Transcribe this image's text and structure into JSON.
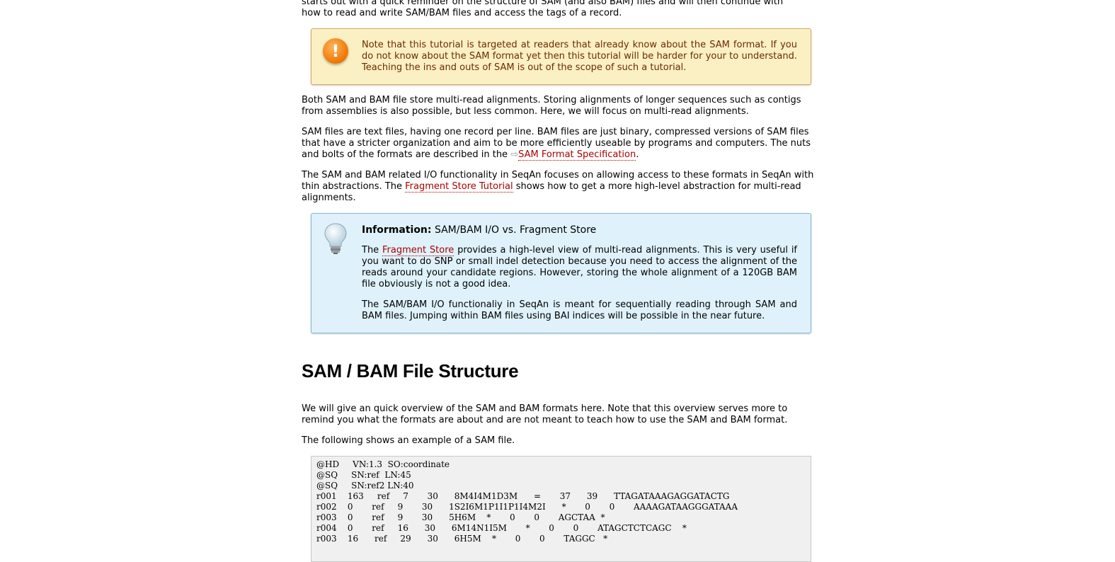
{
  "intro": {
    "line1": "starts out with a quick reminder on the structure of SAM (and also BAM) files and will then continue with",
    "line2": "how to read and write SAM/BAM files and access the tags of a record."
  },
  "warning": {
    "icon": "exclamation-icon",
    "color": "#f07500",
    "text": "Note that this tutorial is targeted at readers that already know about the SAM format. If you do not know about the SAM format yet then this tutorial will be harder for your to understand. Teaching the ins and outs of SAM is out of the scope of such a tutorial."
  },
  "para1": "Both SAM and BAM file store multi-read alignments. Storing alignments of longer sequences such as contigs from assemblies is also possible, but less common. Here, we will focus on multi-read alignments.",
  "para2": {
    "text": "SAM files are text files, having one record per line. BAM files are just binary, compressed versions of SAM files that have a stricter organization and aim to be more efficiently useable by programs and computers. The nuts and bolts of the formats are described in the ",
    "link_arrow": "⇨",
    "link": "SAM Format Specification",
    "end": "."
  },
  "para3": {
    "text1": "The SAM and BAM related I/O functionality in SeqAn focuses on allowing access to these formats in SeqAn with thin abstractions. The ",
    "link": "Fragment Store Tutorial",
    "text2": " shows how to get a more high-level abstraction for multi-read alignments."
  },
  "info": {
    "icon": "lightbulb-icon",
    "label": "Information:",
    "title": " SAM/BAM I/O vs. Fragment Store",
    "p1_pre": "The ",
    "p1_link": "Fragment Store",
    "p1_post": " provides a high-level view of multi-read alignments. This is very useful if you want to do SNP or small indel detection because you need to access the alignment of the reads around your candidate regions. However, storing the whole alignment of a 120GB BAM file obviously is not a good idea.",
    "p2": "The SAM/BAM I/O functionaliy in SeqAn is meant for sequentially reading through SAM and BAM files. Jumping within BAM files using BAI indices will be possible in the near future."
  },
  "heading": "SAM / BAM File Structure",
  "para4": "We will give an quick overview of the SAM and BAM formats here. Note that this overview serves more to remind you what the formats are about and are not meant to teach how to use the SAM and BAM format.",
  "para5": "The following shows an example of a SAM file.",
  "sam_example": "@HD     VN:1.3  SO:coordinate\n@SQ     SN:ref  LN:45\n@SQ     SN:ref2 LN:40\nr001    163     ref     7       30      8M4I4M1D3M      =       37      39      TTAGATAAAGAGGATACTG\nr002    0       ref     9       30      1S2I6M1P1I1P1I4M2I      *       0       0       AAAAGATAAGGGATAAA\nr003    0       ref     9       30      5H6M    *       0       0       AGCTAA  *\nr004    0       ref     16      30      6M14N1I5M       *       0       0       ATAGCTCTCAGC    *\nr003    16      ref     29      30      6H5M    *       0       0       TAGGC   *"
}
